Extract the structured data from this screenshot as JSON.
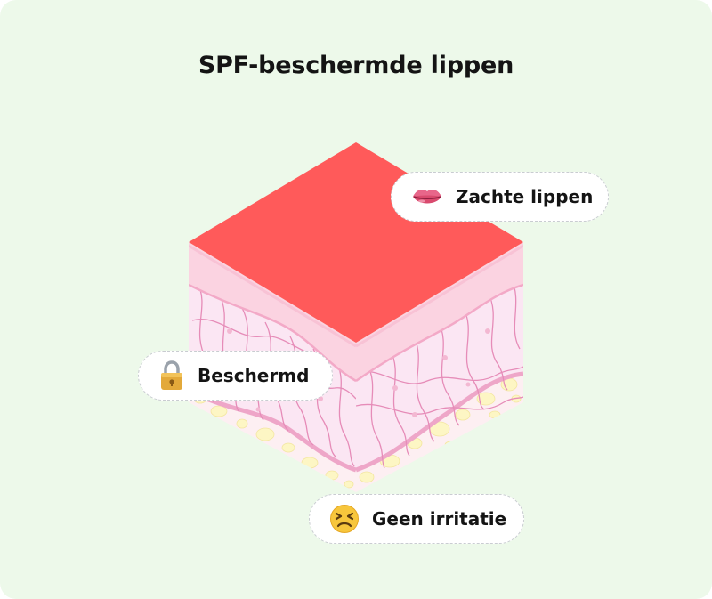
{
  "title": "SPF-beschermde lippen",
  "labels": {
    "soft_lips": "Zachte lippen",
    "protected": "Beschermd",
    "no_irritation": "Geen irritatie"
  },
  "icons": {
    "soft_lips": "lips-icon",
    "protected": "lock-icon",
    "no_irritation": "persevering-face-icon"
  },
  "colors": {
    "background": "#edf9ea",
    "top_surface": "#ff5a5a",
    "epidermis": "#fbd3e1",
    "dermis": "#fbe6f3",
    "fat_layer": "#fdeff2",
    "fat_cells": "#fdf6c4",
    "fibers": "#e68cb8"
  }
}
